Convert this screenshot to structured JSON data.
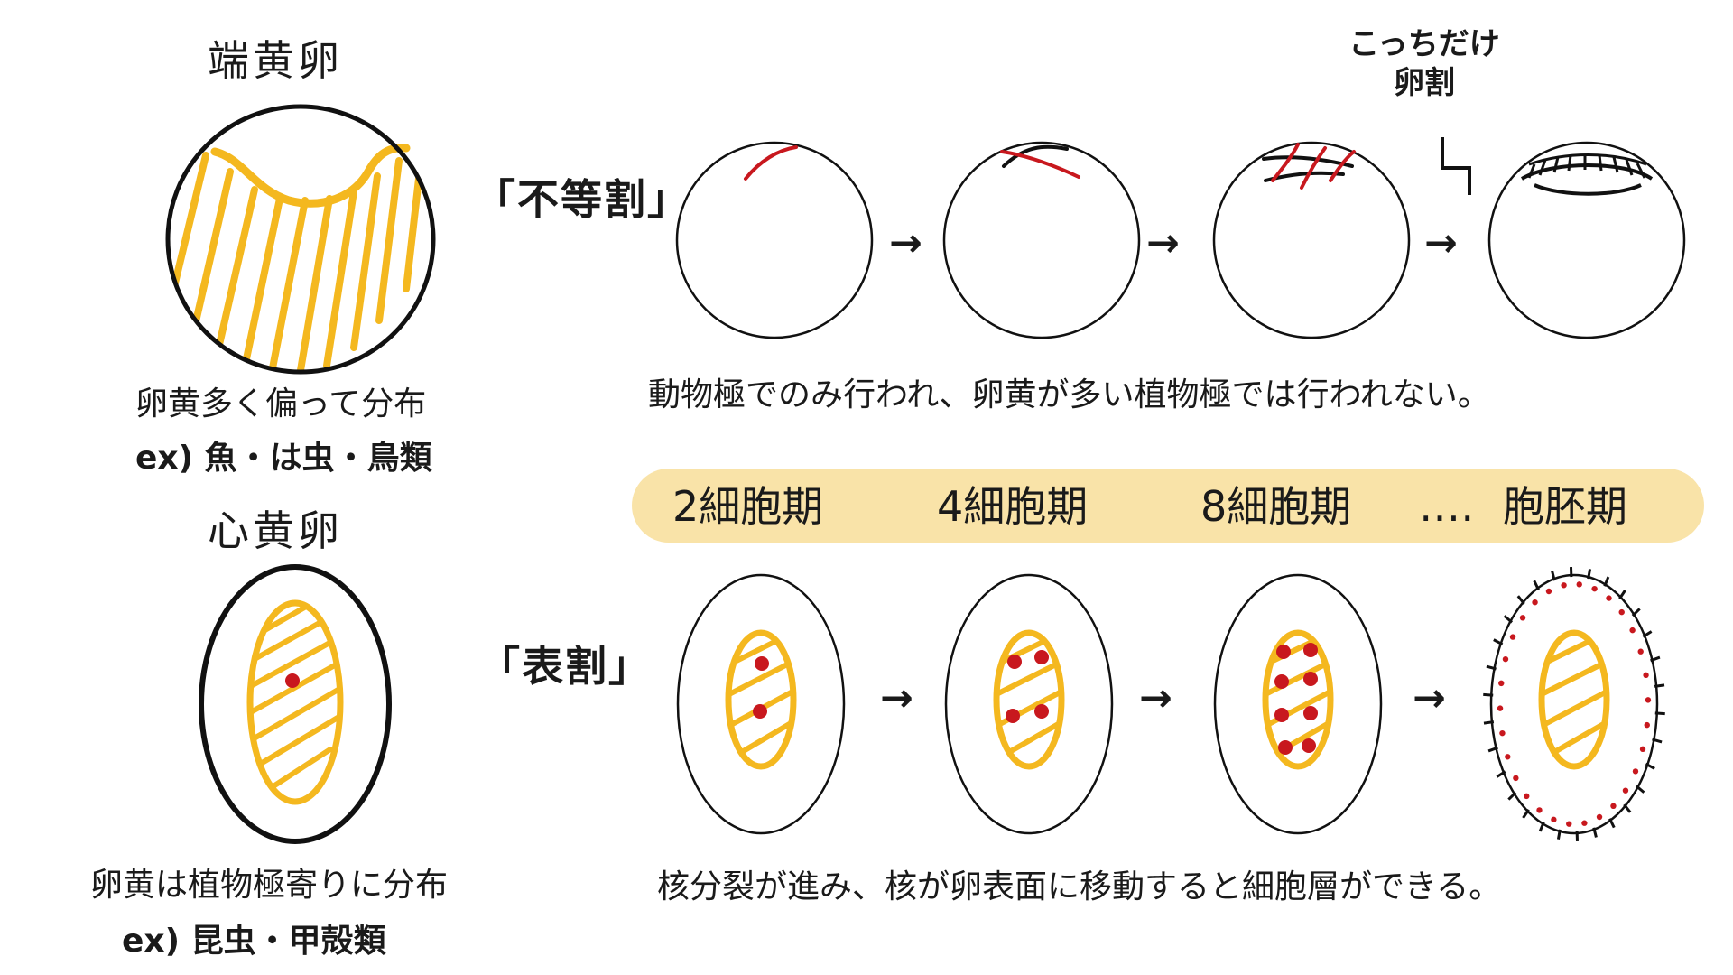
{
  "telolecithal": {
    "title": "端黄卵",
    "description": "卵黄多く偏って分布",
    "examples": "ex) 魚・は虫・鳥類",
    "cleavage_type": "「不等割」",
    "annotation": [
      "こっちだけ",
      "卵割"
    ],
    "explanation": "動物極でのみ行われ、卵黄が多い植物極では行われない。"
  },
  "centrolecithal": {
    "title": "心黄卵",
    "description": "卵黄は植物極寄りに分布",
    "examples": "ex) 昆虫・甲殻類",
    "cleavage_type": "「表割」",
    "explanation": "核分裂が進み、核が卵表面に移動すると細胞層ができる。"
  },
  "stages": [
    "2細胞期",
    "4細胞期",
    "8細胞期",
    "‥‥",
    "胞胚期"
  ],
  "arrow": "→",
  "colors": {
    "yolk": "#f4b81f",
    "cleavage_red": "#c8181e",
    "outline": "#111111",
    "band": "#f9e3a8"
  }
}
